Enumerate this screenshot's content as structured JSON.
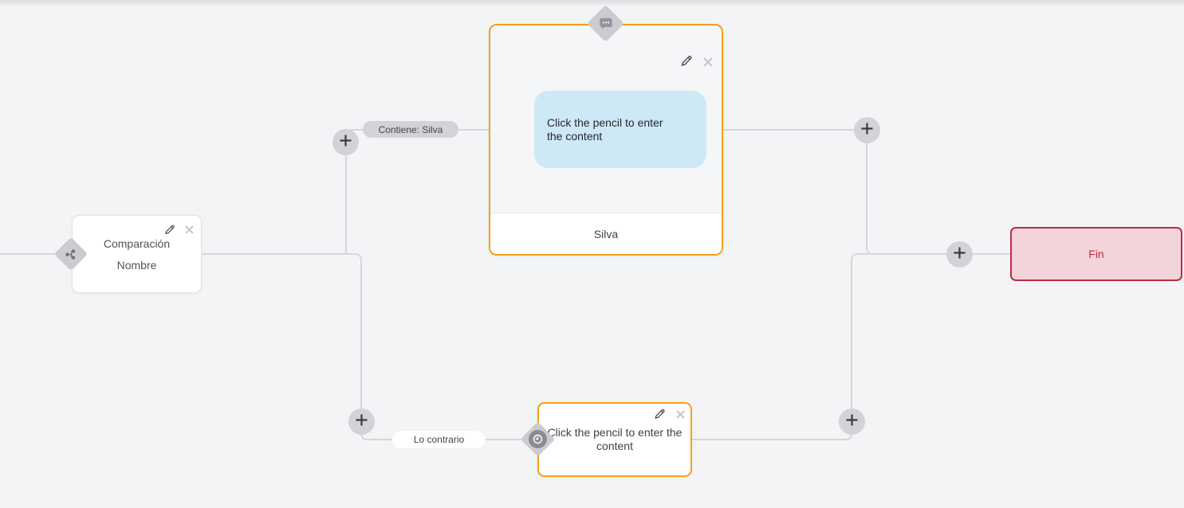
{
  "edges": {
    "top_condition_label": "Contiene: Silva",
    "bottom_condition_label": "Lo contrario"
  },
  "condition_node": {
    "title_line1": "Comparación",
    "title_line2": "Nombre"
  },
  "message_node": {
    "bubble_text": "Click the pencil to enter the content",
    "footer_label": "Silva"
  },
  "delay_node": {
    "placeholder_text": "Click the pencil to enter the content"
  },
  "end_node": {
    "label": "Fin"
  },
  "icons": {
    "branch": "branch-icon",
    "chat": "chat-dots-icon",
    "clock": "clock-icon",
    "edit": "pencil-icon",
    "delete": "close-icon",
    "add": "plus-icon"
  },
  "colors": {
    "canvas_bg": "#f3f4f5",
    "connector_line": "#d5d6da",
    "accent_orange": "#f79f1a",
    "bubble_blue": "#cde9f6",
    "end_bg": "#f3d4da",
    "end_border": "#bd2c47",
    "end_text": "#c22a45",
    "pill_gray": "#d2d3d7"
  }
}
